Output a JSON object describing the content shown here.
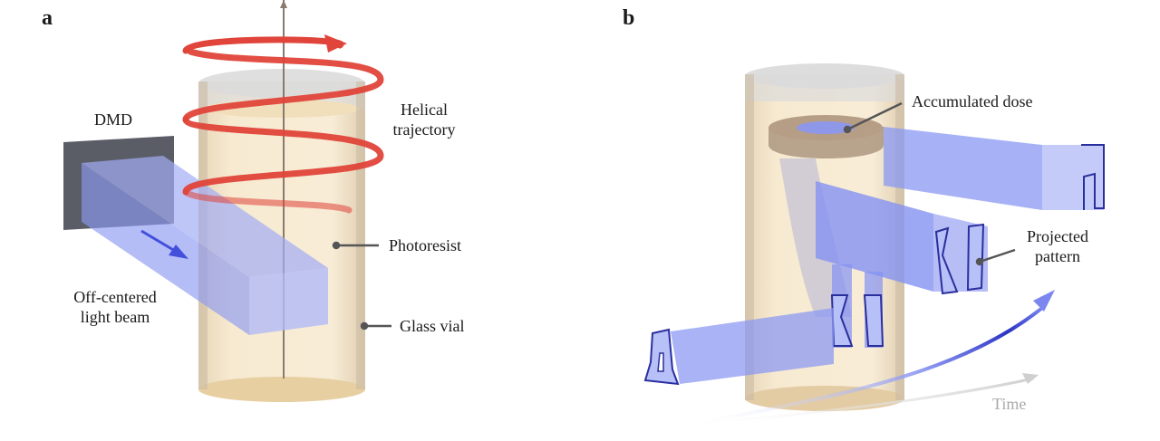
{
  "figure": {
    "panels": [
      {
        "letter": "a",
        "labels": {
          "dmd": "DMD",
          "helical_line1": "Helical",
          "helical_line2": "trajectory",
          "photoresist": "Photoresist",
          "glass_vial": "Glass vial",
          "beam_line1": "Off-centered",
          "beam_line2": "light beam"
        }
      },
      {
        "letter": "b",
        "labels": {
          "accumulated_dose": "Accumulated dose",
          "projected_line1": "Projected",
          "projected_line2": "pattern",
          "time": "Time"
        }
      }
    ],
    "colors": {
      "helix": "#e0443a",
      "beam": "#7d8cf0",
      "beam_outline": "#2a2f9e",
      "photoresist": "#f2dcb4",
      "glass": "#c8c8c8",
      "dmd": "#5a5d66",
      "axis": "#8a7a6e",
      "leader": "#555555",
      "time_arrow": "#cccccc"
    }
  }
}
